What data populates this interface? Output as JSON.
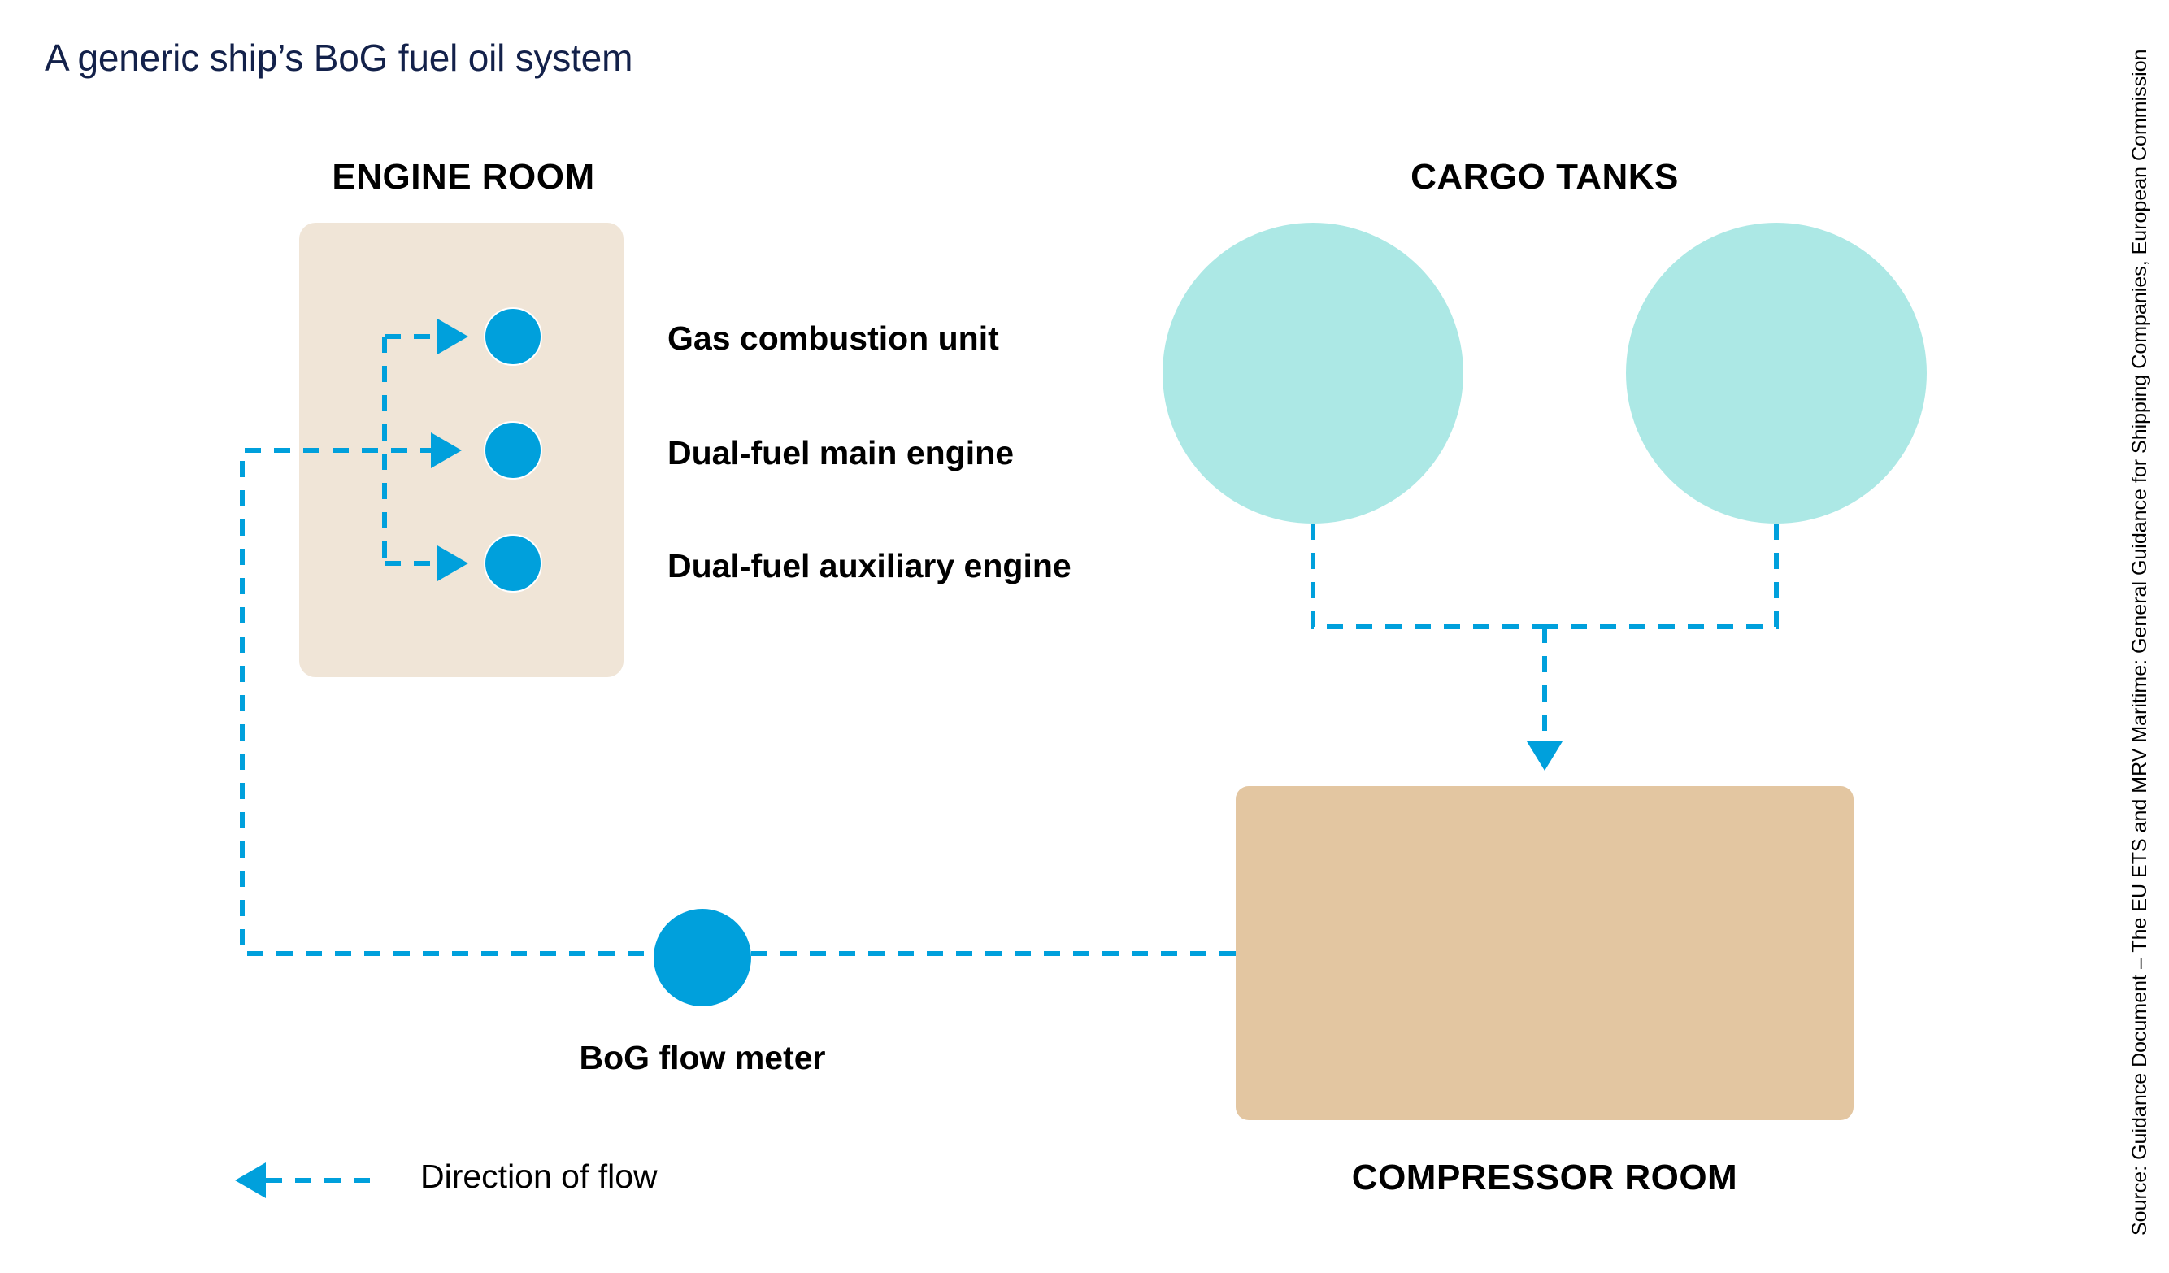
{
  "title": "A generic ship’s BoG fuel oil system",
  "source": "Source: Guidance Document – The EU ETS and MRV Maritime: General Guidance for Shipping Companies, European Commission",
  "colors": {
    "title": "#13214a",
    "flow_blue": "#00a0dc",
    "engine_room_fill": "#f0e5d7",
    "compressor_room_fill": "#e3c6a1",
    "cargo_tank_fill": "#ace8e5"
  },
  "sections": {
    "engine_room": {
      "title": "ENGINE ROOM",
      "consumers": [
        {
          "label": "Gas combustion unit"
        },
        {
          "label": "Dual-fuel main engine"
        },
        {
          "label": "Dual-fuel auxiliary engine"
        }
      ]
    },
    "cargo_tanks": {
      "title": "CARGO TANKS",
      "tank_count": 2
    },
    "compressor_room": {
      "title": "COMPRESSOR ROOM"
    },
    "flow_meter": {
      "label": "BoG flow meter"
    }
  },
  "legend": {
    "icon": "dashed-arrow-left-icon",
    "label": "Direction of flow"
  },
  "flows": [
    {
      "from": "cargo_tank_1",
      "to": "compressor_room"
    },
    {
      "from": "cargo_tank_2",
      "to": "compressor_room"
    },
    {
      "from": "compressor_room",
      "to": "bog_flow_meter"
    },
    {
      "from": "bog_flow_meter",
      "to": "engine_room"
    },
    {
      "from": "engine_room",
      "to": "Gas combustion unit"
    },
    {
      "from": "engine_room",
      "to": "Dual-fuel main engine"
    },
    {
      "from": "engine_room",
      "to": "Dual-fuel auxiliary engine"
    }
  ]
}
